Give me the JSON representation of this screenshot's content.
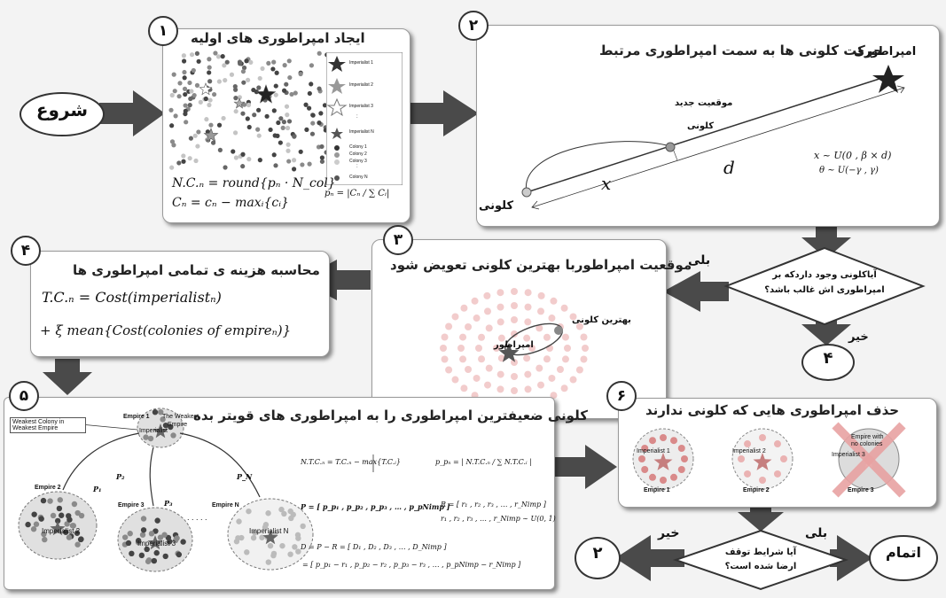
{
  "start_label": "شروع",
  "end_label": "اتمام",
  "panel1": {
    "number": "۱",
    "title": "ایجاد امپراطوری های اولیه",
    "legend": [
      "Imperialist 1",
      "Imperialist 2",
      "Imperialist 3",
      ":",
      "Imperialist N",
      "Colony 1",
      "Colony 2",
      "Colony 3",
      ":",
      "Colony N"
    ],
    "formula1": "N.C.ₙ = round{pₙ · N_col}",
    "formula2": "Cₙ = cₙ − maxᵢ{cᵢ}",
    "formula3": "pₙ = |Cₙ / ∑ Cᵢ|"
  },
  "panel2": {
    "number": "۲",
    "title": "حرکت کلونی ها به سمت امپراطوری مرتبط",
    "imperialist_label": "امپراطوری",
    "new_position_label": "موقعیت جدید",
    "colony_small_label": "کلونی",
    "colony_label": "کلونی",
    "x_label": "x",
    "d_label": "d",
    "eq1": "x ~ U(0 , β × d)",
    "eq2": "θ ~ U(−γ , γ)"
  },
  "decision1": {
    "text_line1": "آیاکلونی وجود داردکه بر",
    "text_line2": "امپراطوری اش غالب باشد؟",
    "yes_label": "بلی",
    "no_label": "خیر",
    "goto": "۴"
  },
  "panel3": {
    "number": "۳",
    "title": "موقعیت امپراطوربا بهترین کلونی تعویض شود",
    "best_colony_label": "بهترین کلونی",
    "imperialist_label": "امپراطور"
  },
  "panel4": {
    "number": "۴",
    "title": "محاسبه هزینه ی تمامی امپراطوری ها",
    "formula1": "T.C.ₙ = Cost(imperialistₙ)",
    "formula2": "+ ξ mean{Cost(colonies of empireₙ)}"
  },
  "panel5": {
    "number": "۵",
    "title": "کلونی ضعیفترین امپراطوری را به امپراطوری های قویتر بده",
    "weakest_colony_note": "Weakest Colony in Weakest Empire",
    "empire1": "Empire 1",
    "weakest_empire_line1": "The Weakest",
    "weakest_empire_line2": "Empire",
    "imperialist1": "Imperialist",
    "empire2": "Empire 2",
    "imperialist2": "Imperialist 2",
    "empire3": "Empire 3",
    "imperialist3": "Imperialist 3",
    "empireN": "Empire N",
    "imperialistN": "Imperialist N",
    "p1": "P₁",
    "p2": "P₂",
    "p3": "P₃",
    "pN": "P_N",
    "dots": ". . . . .",
    "eq_ntc": "N.T.C.ₙ = T.C.ₙ − max{T.C.ᵢ}",
    "eq_pp": "p_pₙ = | N.T.C.ₙ / ∑ N.T.C.ᵢ |",
    "eq_P": "P = [ p_p₁ , p_p₂ , p_p₃ , … , p_pNimp ]",
    "eq_R1": "R = [ r₁ , r₂ , r₃ , … , r_Nimp ]",
    "eq_R2": "r₁ , r₂ , r₃ , … , r_Nimp ∼ U(0, 1)",
    "eq_D1": "D = P − R = [ D₁ , D₂ , D₃ , … , D_Nimp ]",
    "eq_D2": "= [ p_p₁ − r₁ , p_p₂ − r₂ , p_p₃ − r₃ , … , p_pNimp − r_Nimp ]"
  },
  "panel6": {
    "number": "۶",
    "title": "حذف امپراطوری هایی که کلونی ندارند",
    "empire1": "Empire 1",
    "imperialist1": "Imperialist 1",
    "empire2": "Empire 2",
    "imperialist2": "Imperialist 2",
    "empire3": "Empire 3",
    "imperialist3": "Imperialist 3",
    "no_colonies_line1": "Empire with",
    "no_colonies_line2": "no colonies"
  },
  "decision2": {
    "text_line1": "آیا شرایط توقف",
    "text_line2": "ارضا شده است؟",
    "yes_label": "بلی",
    "no_label": "خیر",
    "goto": "۲"
  },
  "colors": {
    "arrow": "#4a4a4a",
    "star": "#555555",
    "dot_dark": "#444444",
    "dot_mid": "#8a8a8a",
    "dot_light": "#c4c4c4",
    "pink": "#e8a2a2"
  }
}
